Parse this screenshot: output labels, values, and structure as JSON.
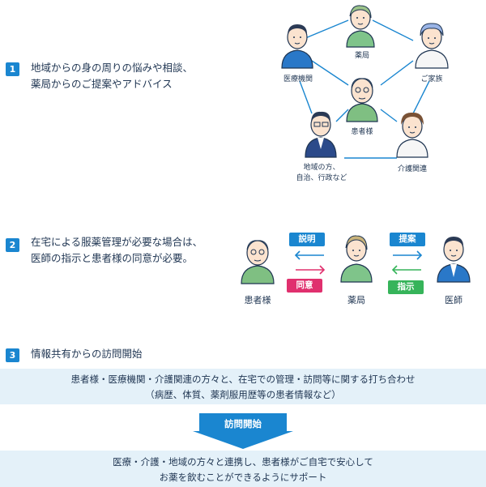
{
  "step1": {
    "num": "1",
    "text_line1": "地域からの身の周りの悩みや相談、",
    "text_line2": "薬局からのご提案やアドバイス",
    "network": {
      "pharmacy": "薬局",
      "medical": "医療機関",
      "family": "ご家族",
      "patient": "患者様",
      "community_line1": "地域の方、",
      "community_line2": "自治、行政など",
      "care": "介護関連"
    }
  },
  "step2": {
    "num": "2",
    "text_line1": "在宅による服薬管理が必要な場合は、",
    "text_line2": "医師の指示と患者様の同意が必要。",
    "diagram": {
      "explain_tag": "説明",
      "consent_tag": "同意",
      "propose_tag": "提案",
      "instruct_tag": "指示",
      "patient": "患者様",
      "pharmacy": "薬局",
      "doctor": "医師"
    }
  },
  "step3": {
    "num": "3",
    "text": "情報共有からの訪問開始",
    "band1_line1": "患者様・医療機関・介護関連の方々と、在宅での管理・訪問等に関する打ち合わせ",
    "band1_line2": "（病歴、体質、薬剤服用歴等の患者情報など）",
    "arrow_label": "訪問開始",
    "band2_line1": "医療・介護・地域の方々と連携し、患者様がご自宅で安心して",
    "band2_line2": "お薬を飲むことができるようにサポート"
  },
  "colors": {
    "accent_blue": "#1a86d0",
    "consent_pink": "#e0306e",
    "instruct_green": "#36b45a",
    "band_bg": "#e4f1f9"
  }
}
